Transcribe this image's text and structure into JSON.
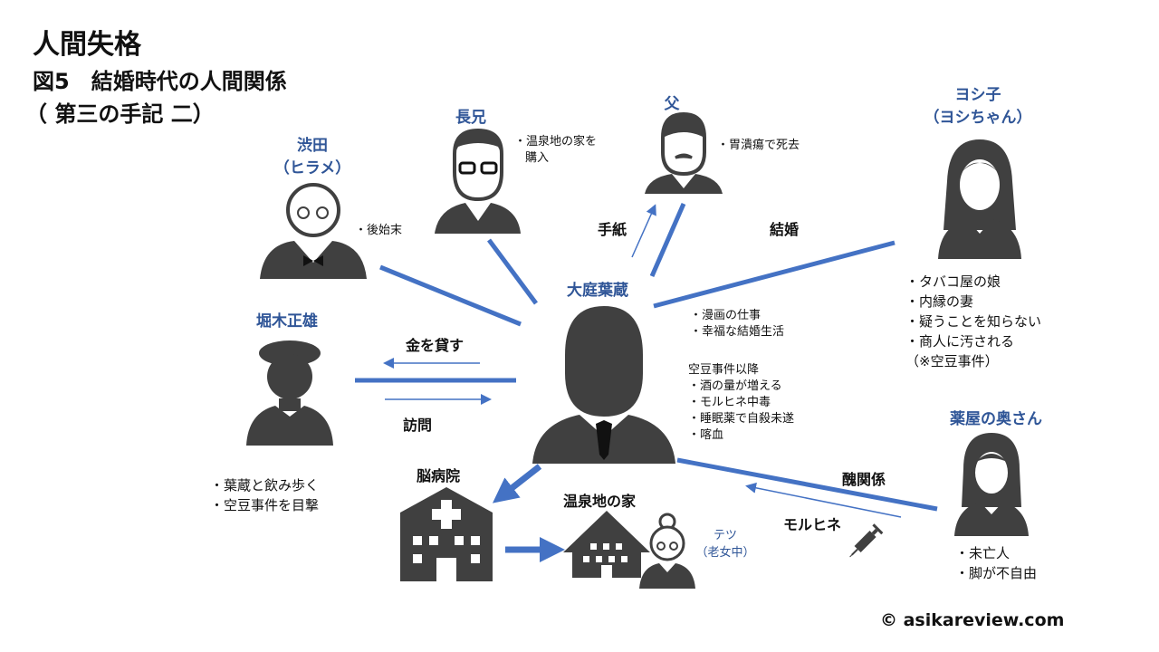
{
  "header": {
    "title": "人間失格",
    "subtitle": "図5　結婚時代の人間関係",
    "subtitle2": "（ 第三の手記 二）"
  },
  "people": {
    "shibuta": {
      "name1": "渋田",
      "name2": "（ヒラメ）",
      "notes": [
        "・後始末"
      ]
    },
    "choukei": {
      "name": "長兄",
      "notes": [
        "・温泉地の家を",
        "購入"
      ]
    },
    "father": {
      "name": "父",
      "notes": [
        "・胃潰瘍で死去"
      ]
    },
    "yoshiko": {
      "name1": "ヨシ子",
      "name2": "（ヨシちゃん）",
      "notes": [
        "・タバコ屋の娘",
        "・内縁の妻",
        "・疑うことを知らない",
        "・商人に汚される",
        "（※空豆事件）"
      ]
    },
    "horiki": {
      "name": "堀木正雄",
      "notes": [
        "・葉蔵と飲み歩く",
        "・空豆事件を目撃"
      ]
    },
    "yozo": {
      "name": "大庭葉蔵",
      "notes": [
        "・漫画の仕事",
        "・幸福な結婚生活"
      ],
      "after_heading": "空豆事件以降",
      "after_notes": [
        "・酒の量が増える",
        "・モルヒネ中毒",
        "・睡眠薬で自殺未遂",
        "・喀血"
      ]
    },
    "pharmacy": {
      "name": "薬屋の奥さん",
      "notes": [
        "・未亡人",
        "・脚が不自由"
      ]
    },
    "tetsu": {
      "name1": "テツ",
      "name2": "（老女中）"
    }
  },
  "places": {
    "hospital": "脳病院",
    "house": "温泉地の家"
  },
  "relations": {
    "letter": "手紙",
    "marriage": "結婚",
    "lend": "金を貸す",
    "visit": "訪問",
    "affair": "醜関係",
    "morphine": "モルヒネ"
  },
  "footer": {
    "copyright": "© asikareview.com"
  },
  "colors": {
    "line": "#4472C4",
    "name": "#2F5597",
    "icon": "#404040"
  }
}
